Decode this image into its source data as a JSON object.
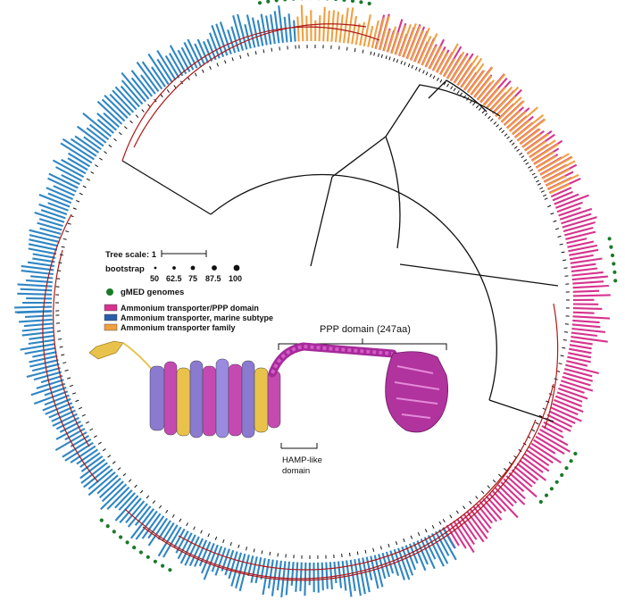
{
  "tree_scale": {
    "label": "Tree scale: 1"
  },
  "bootstrap": {
    "label": "bootstrap",
    "values": [
      "50",
      "62.5",
      "75",
      "87.5",
      "100"
    ]
  },
  "gmed": {
    "label": "gMED genomes",
    "color": "#1a7a2a"
  },
  "legend": [
    {
      "label": "Ammonium transporter/PPP domain",
      "color": "#d6338e"
    },
    {
      "label": "Ammonium transporter, marine subtype",
      "color": "#2a5fa8"
    },
    {
      "label": "Ammonium transporter family",
      "color": "#f0a040"
    }
  ],
  "colors": {
    "pink": "#d6338e",
    "blue": "#2f86c3",
    "orange": "#f0a040",
    "branch_red": "#b01818",
    "branch_black": "#111111",
    "green_dot": "#1a7a2a"
  },
  "annotations": {
    "ppp": "PPP domain (247aa)",
    "hamp_line1": "HAMP-like",
    "hamp_line2": "domain"
  },
  "clades": [
    {
      "name": "pink",
      "start": -76,
      "end": 60
    },
    {
      "name": "blue-lower",
      "start": 60,
      "end": 178
    },
    {
      "name": "blue-left",
      "start": 178,
      "end": 267
    },
    {
      "name": "orange",
      "start": 267,
      "end": 336
    }
  ]
}
